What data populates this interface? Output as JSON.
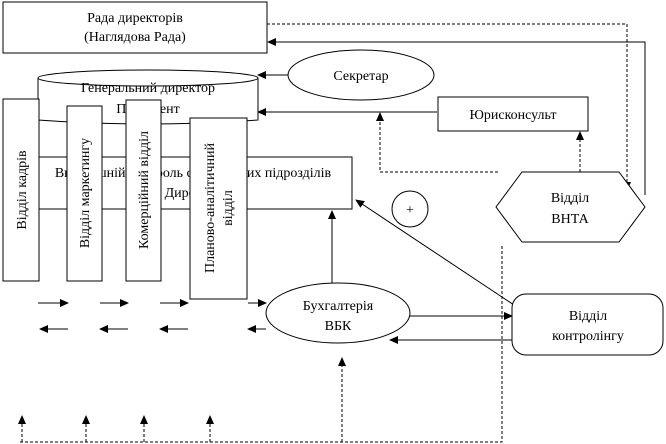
{
  "nodes": {
    "board": {
      "line1": "Рада директорів",
      "line2": "(Наглядова Рада)"
    },
    "ceo": {
      "line1": "Генеральний директор",
      "line2": "Президент"
    },
    "secretary": {
      "label": "Секретар"
    },
    "lawyer": {
      "label": "Юрисконсульт"
    },
    "internal_control": {
      "line1": "Внутрішній контроль структурних підрозділів",
      "line2": "Директор"
    },
    "vnta": {
      "line1": "Відділ",
      "line2": "ВНТА"
    },
    "hr": {
      "label": "Відділ кадрів"
    },
    "marketing": {
      "label": "Відділ маркетингу"
    },
    "commercial": {
      "label": "Комерційний відділ"
    },
    "planning": {
      "line1": "Планово-аналітичний",
      "line2": "відділ"
    },
    "accounting": {
      "line1": "Бухгалтерія",
      "line2": "ВБК"
    },
    "controlling": {
      "line1": "Відділ",
      "line2": "контролінгу"
    },
    "plus_circle": {
      "label": "+"
    }
  }
}
